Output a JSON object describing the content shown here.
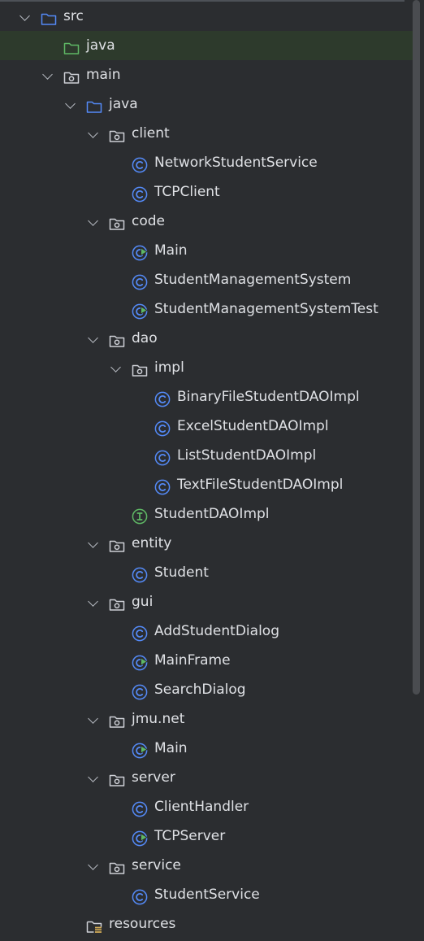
{
  "tree": [
    {
      "name": "src",
      "kind": "folder-blue",
      "depth": 0,
      "expanded": true
    },
    {
      "name": "java",
      "kind": "folder-green",
      "depth": 1,
      "selected": true
    },
    {
      "name": "main",
      "kind": "package",
      "depth": 1,
      "expanded": true
    },
    {
      "name": "java",
      "kind": "folder-blue",
      "depth": 2,
      "expanded": true
    },
    {
      "name": "client",
      "kind": "package",
      "depth": 3,
      "expanded": true
    },
    {
      "name": "NetworkStudentService",
      "kind": "class",
      "depth": 4
    },
    {
      "name": "TCPClient",
      "kind": "class",
      "depth": 4
    },
    {
      "name": "code",
      "kind": "package",
      "depth": 3,
      "expanded": true
    },
    {
      "name": "Main",
      "kind": "class-run",
      "depth": 4
    },
    {
      "name": "StudentManagementSystem",
      "kind": "class",
      "depth": 4
    },
    {
      "name": "StudentManagementSystemTest",
      "kind": "class-run",
      "depth": 4
    },
    {
      "name": "dao",
      "kind": "package",
      "depth": 3,
      "expanded": true
    },
    {
      "name": "impl",
      "kind": "package",
      "depth": 4,
      "expanded": true
    },
    {
      "name": "BinaryFileStudentDAOImpl",
      "kind": "class",
      "depth": 5
    },
    {
      "name": "ExcelStudentDAOImpl",
      "kind": "class",
      "depth": 5
    },
    {
      "name": "ListStudentDAOImpl",
      "kind": "class",
      "depth": 5
    },
    {
      "name": "TextFileStudentDAOImpl",
      "kind": "class",
      "depth": 5
    },
    {
      "name": "StudentDAOImpl",
      "kind": "interface",
      "depth": 4
    },
    {
      "name": "entity",
      "kind": "package",
      "depth": 3,
      "expanded": true
    },
    {
      "name": "Student",
      "kind": "class",
      "depth": 4
    },
    {
      "name": "gui",
      "kind": "package",
      "depth": 3,
      "expanded": true
    },
    {
      "name": "AddStudentDialog",
      "kind": "class",
      "depth": 4
    },
    {
      "name": "MainFrame",
      "kind": "class-run",
      "depth": 4
    },
    {
      "name": "SearchDialog",
      "kind": "class",
      "depth": 4
    },
    {
      "name": "jmu.net",
      "kind": "package",
      "depth": 3,
      "expanded": true
    },
    {
      "name": "Main",
      "kind": "class-run",
      "depth": 4
    },
    {
      "name": "server",
      "kind": "package",
      "depth": 3,
      "expanded": true
    },
    {
      "name": "ClientHandler",
      "kind": "class",
      "depth": 4
    },
    {
      "name": "TCPServer",
      "kind": "class-run",
      "depth": 4
    },
    {
      "name": "service",
      "kind": "package",
      "depth": 3,
      "expanded": true
    },
    {
      "name": "StudentService",
      "kind": "class",
      "depth": 4
    },
    {
      "name": "resources",
      "kind": "resources",
      "depth": 2
    }
  ],
  "colors": {
    "background": "#2b2d30",
    "selected_row": "#2d3a2c",
    "folder_blue": "#548af7",
    "folder_green": "#5fb865",
    "package_gray": "#ced0d6",
    "class_blue": "#548af7",
    "interface_green": "#5fb865",
    "run_green": "#5fb865",
    "resources_yellow": "#d6ae58",
    "text": "#dfe1e5"
  }
}
